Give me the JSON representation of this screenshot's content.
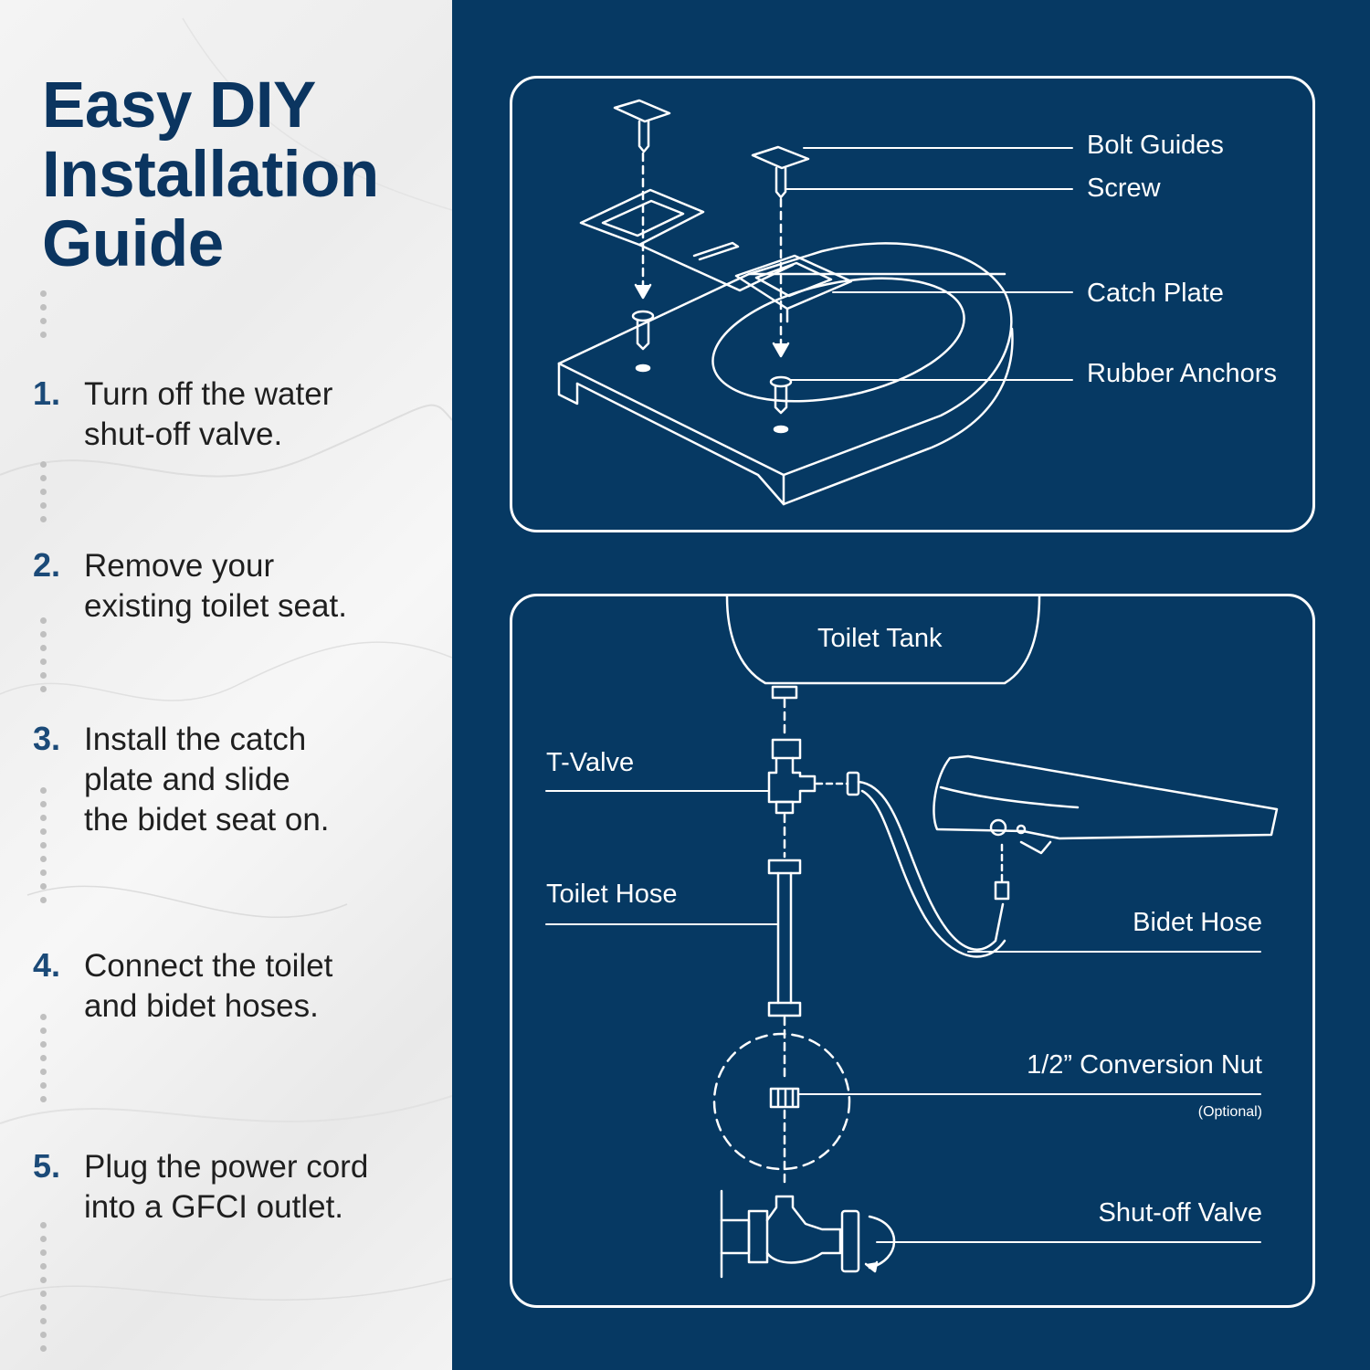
{
  "title": "Easy DIY\nInstallation\nGuide",
  "steps": [
    {
      "num": "1.",
      "text": "Turn off the water\nshut-off valve."
    },
    {
      "num": "2.",
      "text": "Remove your\nexisting toilet seat."
    },
    {
      "num": "3.",
      "text": "Install the catch\nplate and slide\nthe bidet seat on."
    },
    {
      "num": "4.",
      "text": "Connect the toilet\nand bidet hoses."
    },
    {
      "num": "5.",
      "text": "Plug the power cord\ninto a GFCI outlet."
    }
  ],
  "diagram_top": {
    "bolt_guides": "Bolt Guides",
    "screw": "Screw",
    "catch_plate": "Catch Plate",
    "rubber_anchors": "Rubber Anchors"
  },
  "diagram_bottom": {
    "toilet_tank": "Toilet Tank",
    "t_valve": "T-Valve",
    "toilet_hose": "Toilet Hose",
    "bidet_hose": "Bidet Hose",
    "conversion_nut": "1/2” Conversion Nut",
    "optional": "(Optional)",
    "shutoff_valve": "Shut-off Valve"
  },
  "colors": {
    "navy": "#063963",
    "title": "#0b3560",
    "line": "#ffffff"
  }
}
